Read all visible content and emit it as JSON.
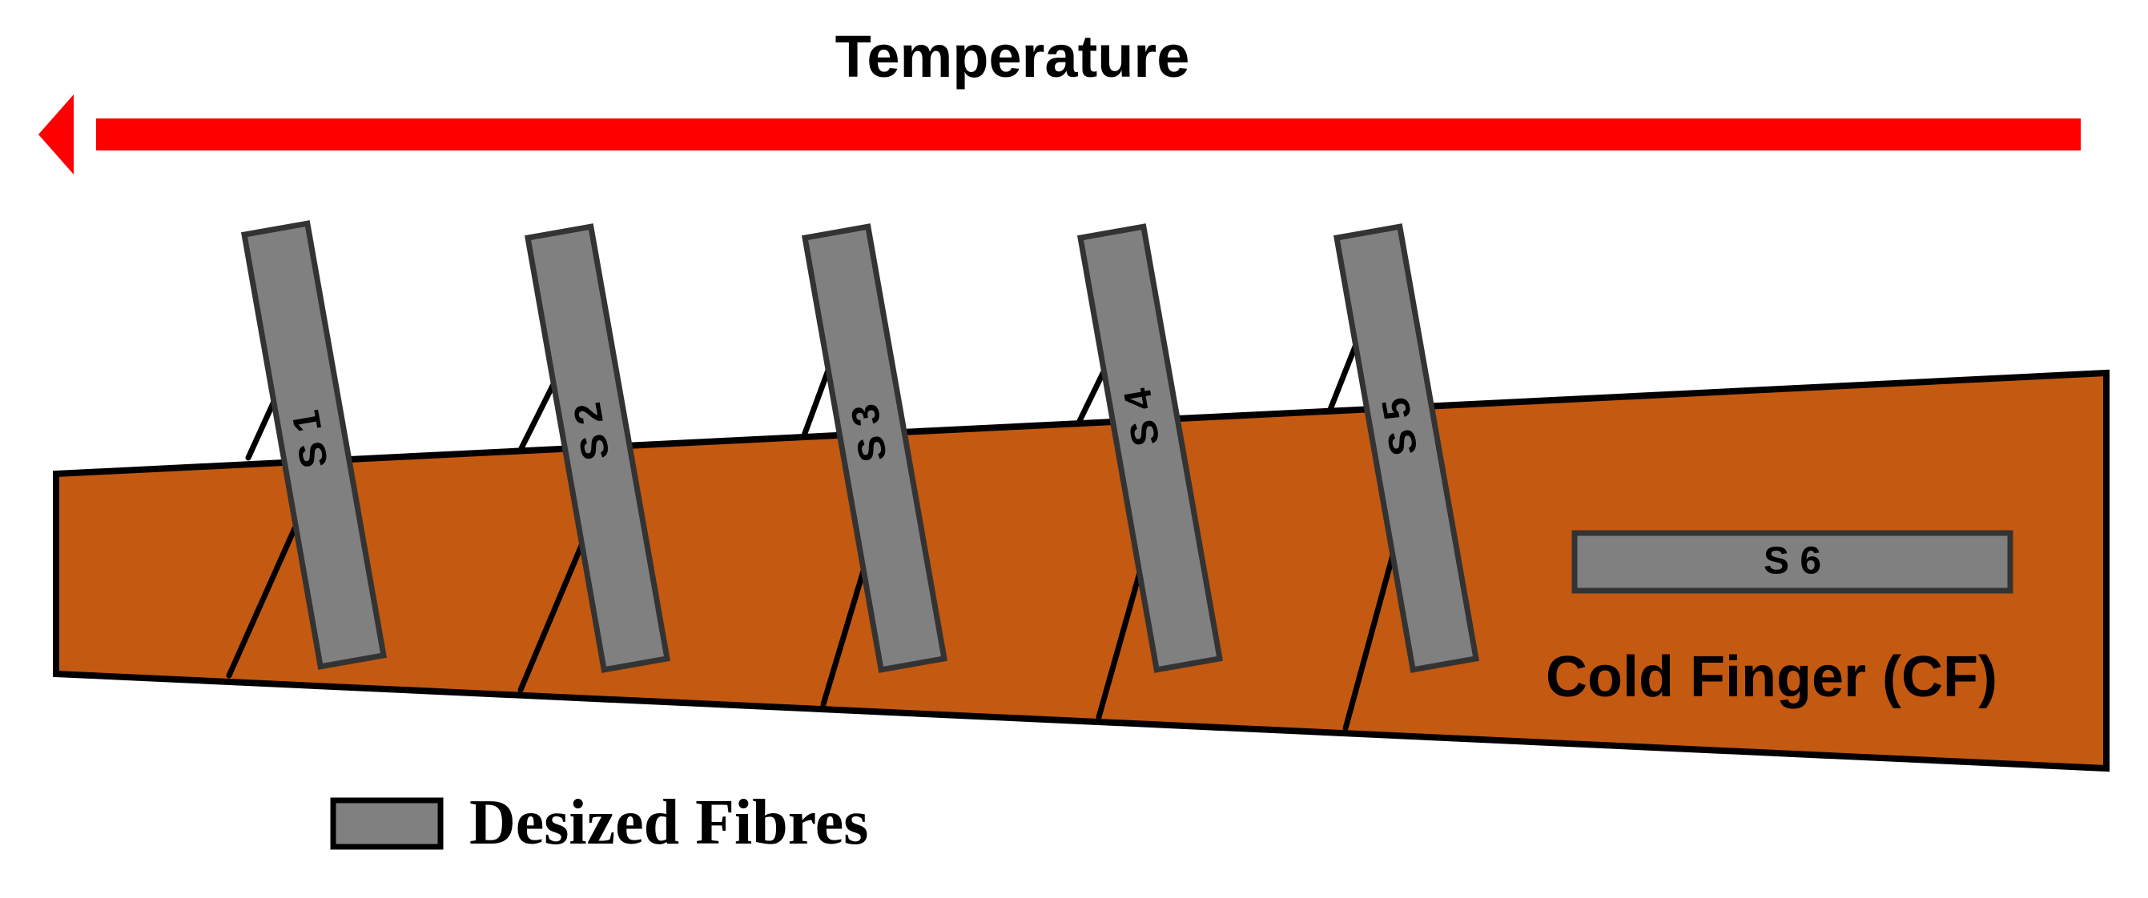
{
  "title": "Temperature",
  "cold_finger_label": "Cold Finger (CF)",
  "legend": {
    "label": "Desized Fibres",
    "swatch_icon": "grey-rectangle"
  },
  "samples": [
    "S 1",
    "S 2",
    "S 3",
    "S 4",
    "S 5",
    "S 6"
  ],
  "colors": {
    "arrow": "#ff0000",
    "cold_finger": "#c45911",
    "fibre": "#808080",
    "outline": "#000000"
  }
}
